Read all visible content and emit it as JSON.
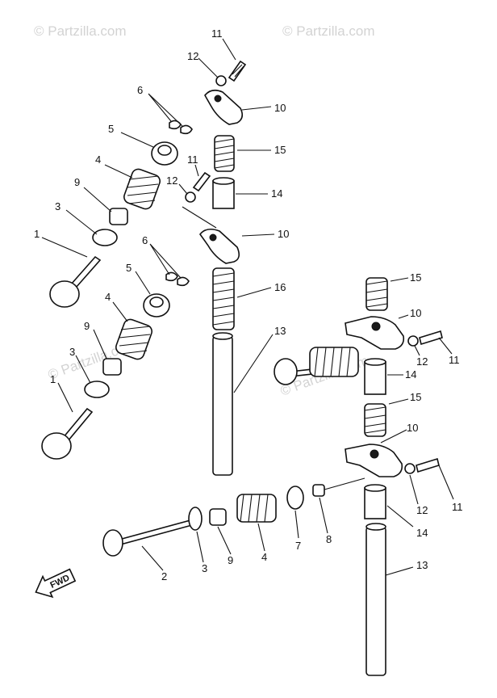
{
  "watermark": "© Partzilla.com",
  "fwd_label": "FWD",
  "callouts": {
    "c1": "1",
    "c2": "2",
    "c3": "3",
    "c4": "4",
    "c5": "5",
    "c6": "6",
    "c7": "7",
    "c8": "8",
    "c9": "9",
    "c10": "10",
    "c11": "11",
    "c12": "12",
    "c13": "13",
    "c14": "14",
    "c15": "15",
    "c16": "16"
  }
}
